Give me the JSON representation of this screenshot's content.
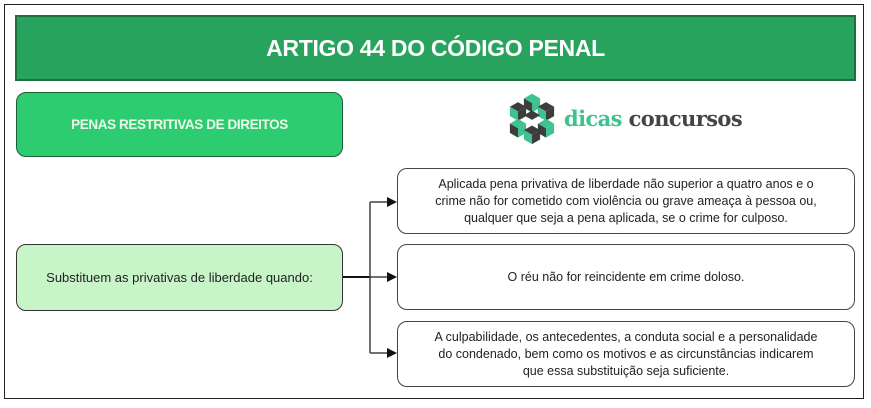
{
  "header": {
    "title": "ARTIGO 44 DO CÓDIGO PENAL"
  },
  "section": {
    "label": "PENAS RESTRITIVAS DE DIREITOS"
  },
  "logo": {
    "icon": "isometric-cubes-icon",
    "word1": "dicas",
    "word2": "concursos"
  },
  "main": {
    "condition": "Substituem as privativas de liberdade quando:",
    "items": [
      {
        "lines": [
          "Aplicada pena privativa de liberdade não superior a quatro anos e o",
          "crime não for cometido com violência ou grave ameaça à pessoa ou,",
          "qualquer que seja a pena aplicada, se o crime for culposo."
        ]
      },
      {
        "lines": [
          "O réu não for reincidente em crime doloso."
        ]
      },
      {
        "lines": [
          "A culpabilidade, os antecedentes, a conduta social e a personalidade",
          "do condenado, bem como os motivos e as circunstâncias indicarem",
          "que essa substituição seja suficiente."
        ]
      }
    ]
  },
  "colors": {
    "header_bg": "#27a35e",
    "section_bg": "#2ecc71",
    "condition_bg": "#c8f5c8",
    "logo_teal": "#3ec28f",
    "logo_gray": "#454545"
  }
}
